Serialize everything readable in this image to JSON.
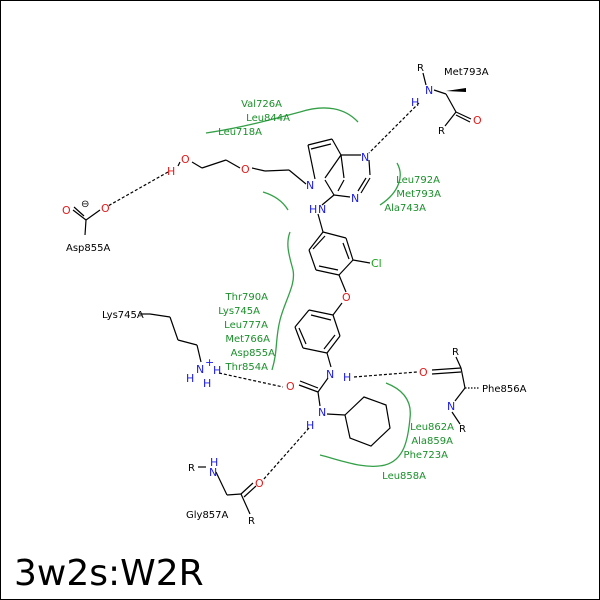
{
  "title": "3w2s:W2R",
  "colors": {
    "pocket_arc": "#33a047",
    "residue_text": "#1a8f2a",
    "nitrogen": "#1a1ae6",
    "oxygen": "#e61a1a",
    "chlorine": "#1aa61a"
  },
  "atoms": {
    "n_pyrrole": "N",
    "n_pyrimidine_1": "N",
    "n_pyrimidine_2": "N",
    "n_amine": "N",
    "h_amine": "H",
    "cl": "Cl",
    "o_ether_aryl": "O",
    "o_glycol_1": "O",
    "o_glycol_2": "O",
    "h_hydroxyl": "H",
    "o_urea": "O",
    "n_urea_1": "N",
    "h_urea_1": "H",
    "n_urea_2": "N",
    "h_urea_2": "H",
    "o_asp_1": "O",
    "o_asp_2": "O",
    "minus": "⊖",
    "lys_n": "N",
    "lys_plus": "+",
    "lys_h1": "H",
    "lys_h2": "H",
    "lys_h3": "H",
    "met_r1": "R",
    "met_n": "N",
    "met_h": "H",
    "met_o": "O",
    "met_r2": "R",
    "phe_r1": "R",
    "phe_o": "O",
    "phe_n": "N",
    "phe_r2": "R",
    "gly_r1": "R",
    "gly_h": "H",
    "gly_n": "N",
    "gly_o": "O",
    "gly_r2": "R"
  },
  "residues": {
    "met793": "Met793A",
    "phe856": "Phe856A",
    "gly857": "Gly857A",
    "lys745_label": "Lys745A",
    "asp855_label": "Asp855A",
    "pocket_top": [
      "Val726A",
      "Leu844A",
      "Leu718A"
    ],
    "pocket_right_upper": [
      "Leu792A",
      "Met793A",
      "Ala743A"
    ],
    "pocket_left": [
      "Thr790A",
      "Lys745A",
      "Leu777A",
      "Met766A",
      "Asp855A",
      "Thr854A"
    ],
    "pocket_right_lower": [
      "Leu862A",
      "Ala859A",
      "Phe723A"
    ],
    "pocket_bottom": [
      "Leu858A"
    ]
  }
}
